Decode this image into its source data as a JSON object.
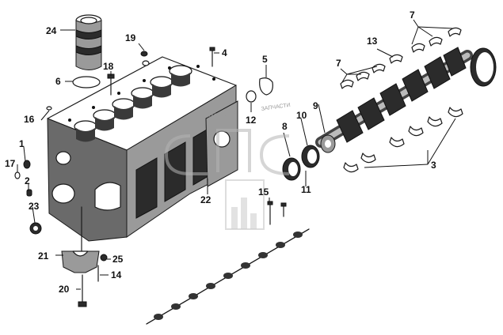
{
  "labels": {
    "p1": "1",
    "p2": "2",
    "p3": "3",
    "p4": "4",
    "p5": "5",
    "p6": "6",
    "p7a": "7",
    "p7b": "7",
    "p8": "8",
    "p9": "9",
    "p10": "10",
    "p11": "11",
    "p12": "12",
    "p13": "13",
    "p14": "14",
    "p15": "15",
    "p16": "16",
    "p17": "17",
    "p18": "18",
    "p19": "19",
    "p20": "20",
    "p21": "21",
    "p22": "22",
    "p23": "23",
    "p24": "24",
    "p25": "25"
  },
  "watermark": {
    "logo_letters": "СПС",
    "caption": "ЗАПЧАСТИ"
  }
}
